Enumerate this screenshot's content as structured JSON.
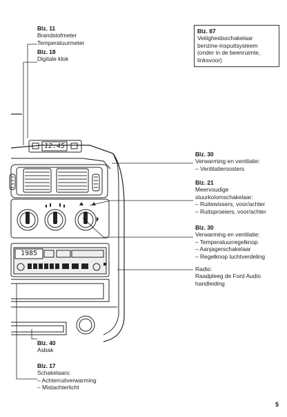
{
  "callouts": {
    "fuel": {
      "ref": "Blz. 11",
      "lines": [
        "Brandstofmeter",
        "Temperatuurmeter"
      ]
    },
    "clock": {
      "ref": "Blz. 18",
      "lines": [
        "Digitale klok"
      ]
    },
    "safety": {
      "ref": "Blz. 87",
      "lines": [
        "Veiligheidsschakelaar",
        "benzine-inspuitsysteem",
        "(onder in de beenruimte,",
        "linksvoor)"
      ]
    },
    "vents": {
      "ref": "Blz. 30",
      "lines": [
        "Verwarming en ventilatie:",
        "– Ventilatieroosters"
      ]
    },
    "multi": {
      "ref": "Blz. 21",
      "lines": [
        "Meervoudige",
        "stuurkolomschakelaar:",
        "– Ruitewissers, voor/achter",
        "– Ruitsproeiers, voor/achter"
      ]
    },
    "heat": {
      "ref": "Blz. 30",
      "lines": [
        "Verwarming en ventilatie:",
        "– Temperatuurregelknop",
        "– Aanjagerschakelaar",
        "– Regelknop luchtverdeling"
      ]
    },
    "radio": {
      "ref": "",
      "lines": [
        "Radio:",
        "Raadpleeg de Ford Audio",
        "handleiding"
      ]
    },
    "ash": {
      "ref": "Blz. 40",
      "lines": [
        "Asbak"
      ]
    },
    "switches": {
      "ref": "Blz. 17",
      "lines": [
        "Schakelaars:",
        "– Achterruitverwarming",
        "– Mistachterlicht"
      ]
    }
  },
  "clock_display": "12:45",
  "radio_display": "1985",
  "page_number": "5"
}
